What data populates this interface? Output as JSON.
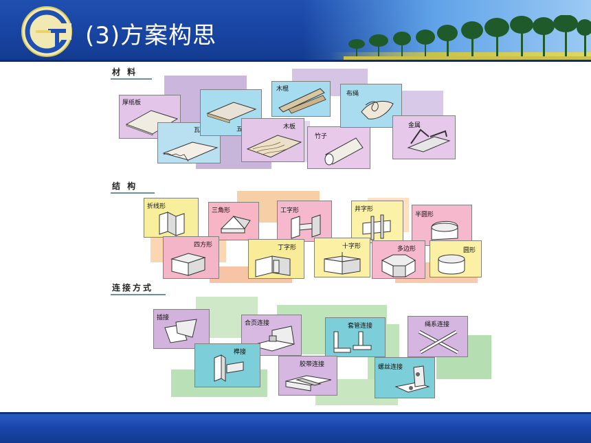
{
  "slide": {
    "title": "(3)方案构思"
  },
  "sections": {
    "materials": {
      "heading": "材 料",
      "items": [
        "厚纸板",
        "瓦楞纸",
        "五夹板",
        "木棍",
        "木板",
        "竹子",
        "布绳",
        "金属"
      ]
    },
    "structures": {
      "heading": "结 构",
      "items": [
        "折线形",
        "三角形",
        "工字形",
        "井字形",
        "半圆形",
        "四方形",
        "丁字形",
        "十字形",
        "多边形",
        "圆形"
      ]
    },
    "connections": {
      "heading": "连接方式",
      "items": [
        "插接",
        "合页连接",
        "套管连接",
        "绳系连接",
        "榫接",
        "胶带连接",
        "螺丝连接"
      ]
    }
  },
  "colors": {
    "header_blue": "#1f4fb0",
    "footer_blue": "#1a46a8",
    "card_purple": "#d8bfe6",
    "card_blue": "#9ed2ea",
    "card_pink": "#f4b3c8",
    "card_yellow": "#f7ef9e",
    "card_green": "#c8e6c0",
    "card_teal": "#7fd0d8"
  }
}
